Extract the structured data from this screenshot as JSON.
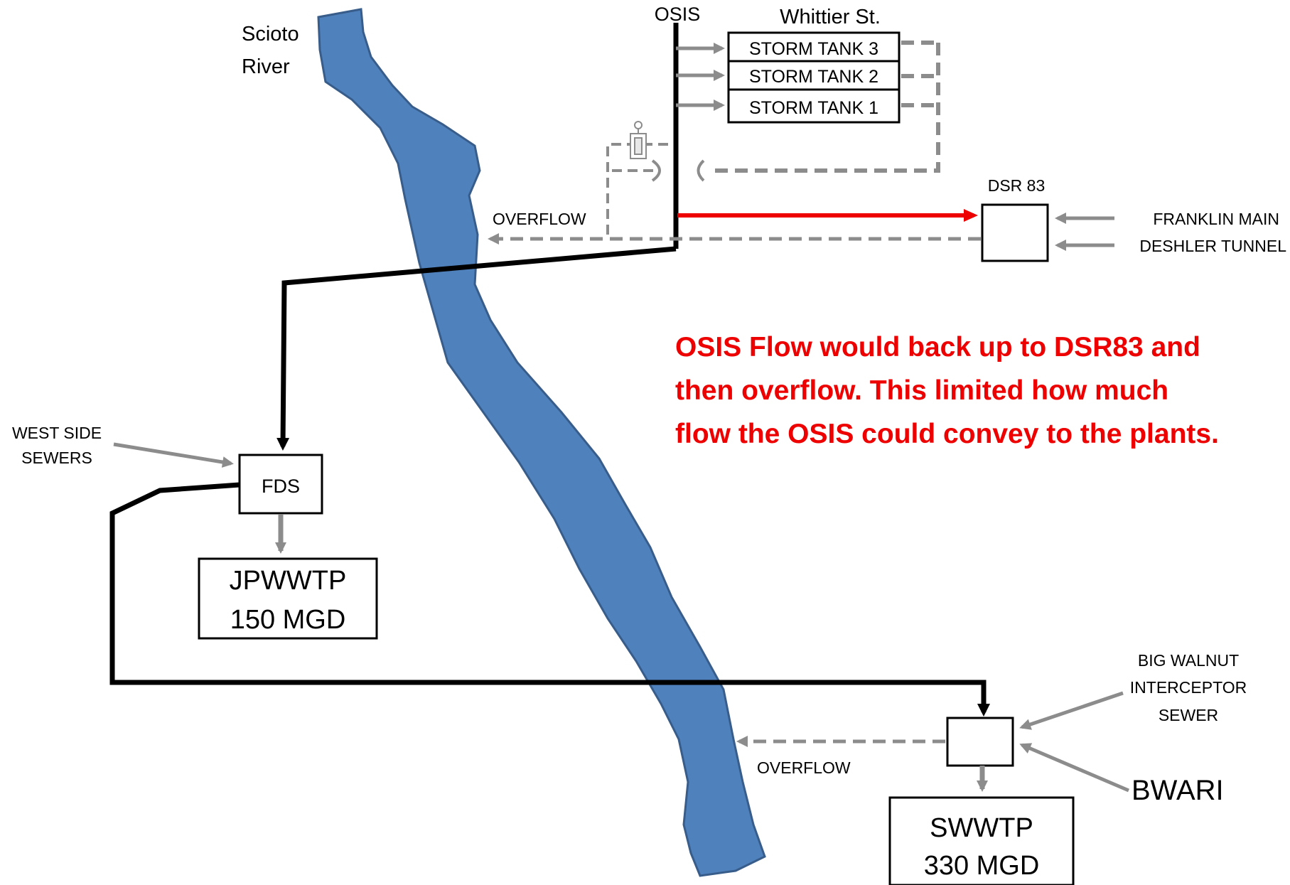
{
  "labels": {
    "river": [
      "Scioto",
      "River"
    ],
    "osis": "OSIS",
    "whittier": "Whittier St.",
    "dsr": "DSR 83",
    "overflow_top": "OVERFLOW",
    "overflow_bottom": "OVERFLOW",
    "franklin": "FRANKLIN MAIN",
    "deshler": "DESHLER TUNNEL",
    "west_side": [
      "WEST SIDE",
      "SEWERS"
    ],
    "fds": "FDS",
    "big_walnut": [
      "BIG WALNUT",
      "INTERCEPTOR",
      "SEWER"
    ],
    "bwari": "BWARI"
  },
  "tanks": [
    "STORM TANK 3",
    "STORM TANK 2",
    "STORM TANK 1"
  ],
  "plants": {
    "jp": [
      "JPWWTP",
      "150 MGD"
    ],
    "sw": [
      "SWWTP",
      "330 MGD"
    ]
  },
  "note": [
    "OSIS Flow would back up to DSR83 and",
    "then overflow. This limited how much",
    "flow the OSIS could convey to the plants."
  ],
  "colors": {
    "river": "#4f81bd",
    "river_edge": "#385d8a",
    "pipe": "#000000",
    "flow_gray": "#8c8c8c",
    "overflow_dash": "#8c8c8c",
    "osis_to_dsr": "#ee0000",
    "note": "#ee0000"
  }
}
